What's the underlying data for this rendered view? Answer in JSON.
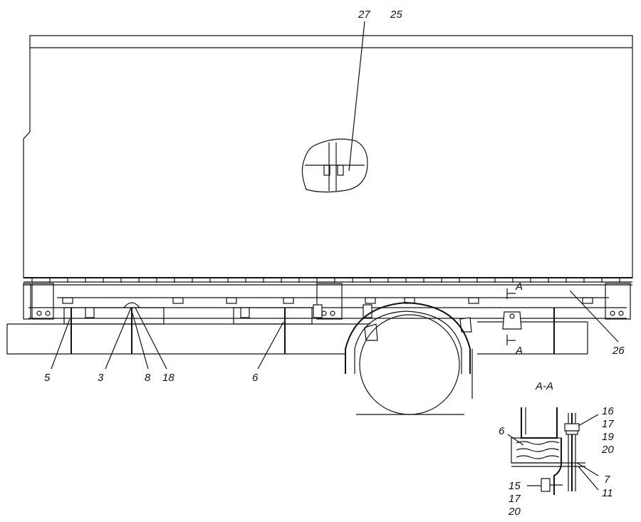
{
  "callouts": {
    "c27": "27",
    "c25": "25",
    "c5": "5",
    "c3": "3",
    "c8": "8",
    "c18": "18",
    "c6": "6",
    "c26": "26",
    "section_top": "A",
    "section_bottom": "A"
  },
  "section_view": {
    "title": "A-A",
    "c6": "6",
    "c16": "16",
    "c17a": "17",
    "c19": "19",
    "c20a": "20",
    "c7": "7",
    "c11": "11",
    "c15": "15",
    "c17b": "17",
    "c20b": "20"
  }
}
